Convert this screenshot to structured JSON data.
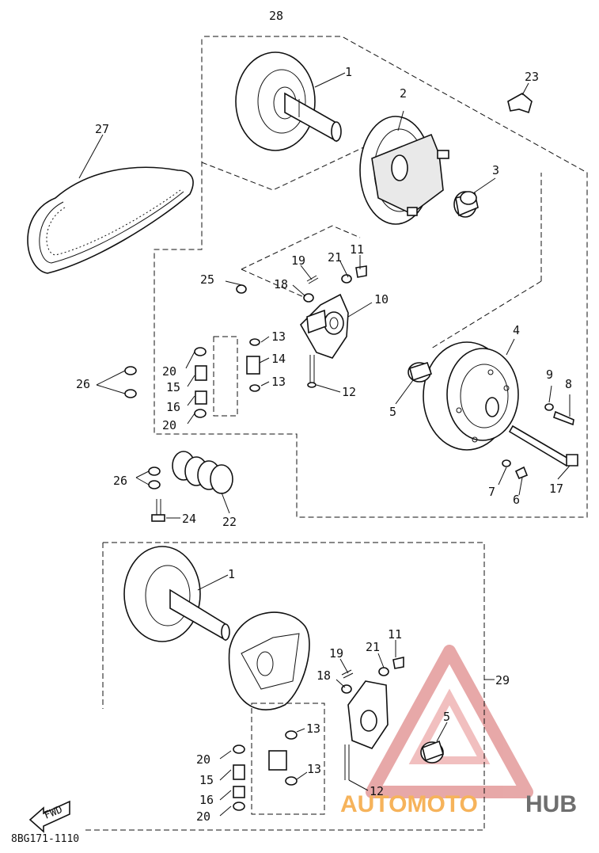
{
  "labels": {
    "l28": "28",
    "l1a": "1",
    "l2": "2",
    "l23": "23",
    "l27": "27",
    "l3": "3",
    "l11a": "11",
    "l21a": "21",
    "l19a": "19",
    "l18a": "18",
    "l25": "25",
    "l10": "10",
    "l4": "4",
    "l13a": "13",
    "l14": "14",
    "l13b": "13",
    "l20a": "20",
    "l15a": "15",
    "l16a": "16",
    "l20b": "20",
    "l26a": "26",
    "l12a": "12",
    "l5a": "5",
    "l9": "9",
    "l8": "8",
    "l26b": "26",
    "l24": "24",
    "l22": "22",
    "l7": "7",
    "l6": "6",
    "l17": "17",
    "l1b": "1",
    "l11b": "11",
    "l19b": "19",
    "l21b": "21",
    "l18b": "18",
    "l29": "29",
    "l5b": "5",
    "l13c": "13",
    "l20c": "20",
    "l15b": "15",
    "l13d": "13",
    "l16b": "16",
    "l12b": "12",
    "l20d": "20"
  },
  "fwd_label": "FWD",
  "diagram_code": "8BG171-1110",
  "watermark": {
    "part1": "AUTOMOTO",
    "part2": "HUB",
    "color1": "#f6b35b",
    "color2": "#707070",
    "triangle_color": "#e8a0a0"
  }
}
